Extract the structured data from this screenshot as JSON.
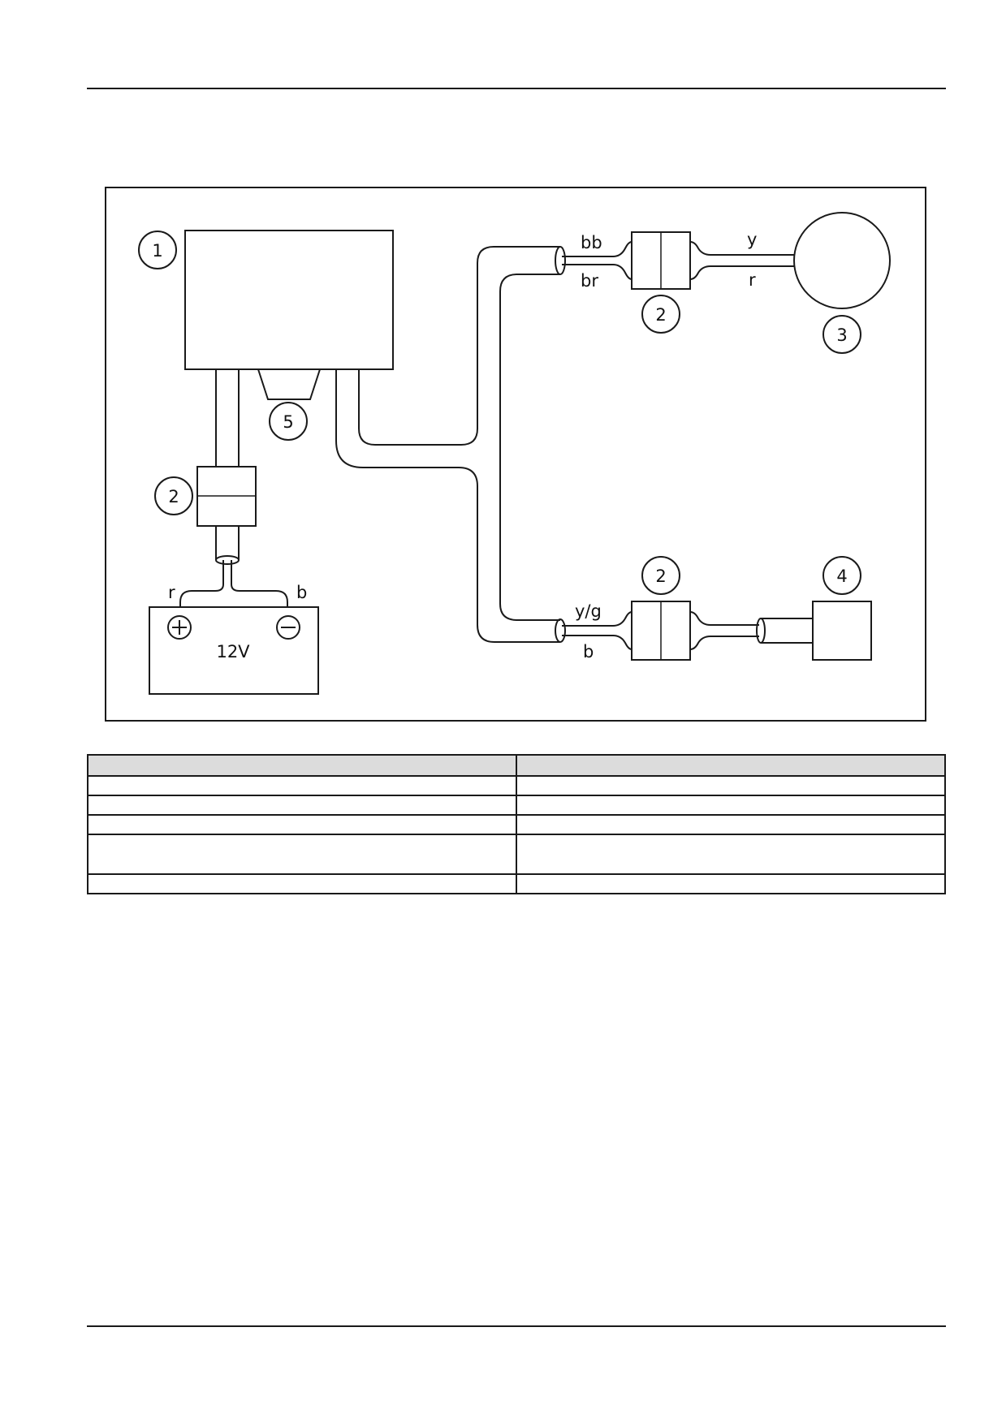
{
  "diagram": {
    "callouts": {
      "c1": "1",
      "c2_power": "2",
      "c2_top": "2",
      "c2_bottom": "2",
      "c3": "3",
      "c4": "4",
      "c5": "5"
    },
    "wire_labels": {
      "bb": "bb",
      "br": "br",
      "y": "y",
      "r_top": "r",
      "yg": "y/g",
      "b_bottom": "b",
      "r_batt": "r",
      "b_batt": "b"
    },
    "battery": {
      "voltage": "12V",
      "positive_symbol": "+",
      "negative_symbol": "−"
    }
  },
  "legend_table": {
    "rows": [
      [
        "",
        ""
      ],
      [
        "",
        ""
      ],
      [
        "",
        ""
      ],
      [
        "",
        ""
      ],
      [
        "",
        ""
      ],
      [
        "",
        ""
      ]
    ]
  }
}
